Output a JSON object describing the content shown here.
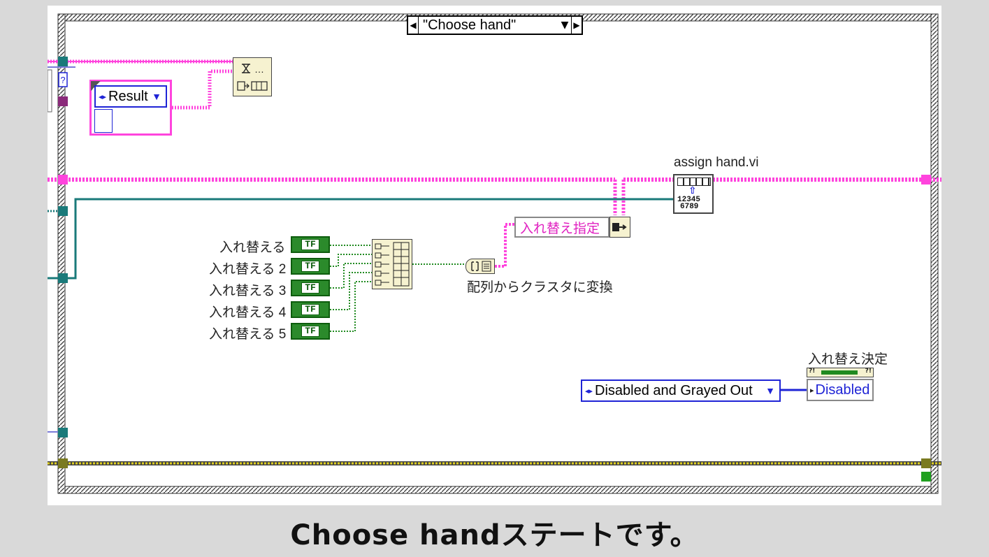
{
  "case_selector": {
    "value": "\"Choose hand\""
  },
  "result_control": {
    "value": "Result"
  },
  "assign_vi": {
    "label": "assign hand.vi",
    "icon_digits_top": "12345",
    "icon_digits_bottom": "6789"
  },
  "swap_controls": {
    "labels": [
      "入れ替える",
      "入れ替える 2",
      "入れ替える 3",
      "入れ替える 4",
      "入れ替える 5"
    ],
    "terminal_text": "TF"
  },
  "bundle_node": {
    "label": "入れ替え指定"
  },
  "array_to_cluster": {
    "label": "配列からクラスタに変換"
  },
  "enum_constant": {
    "value": "Disabled and Grayed Out"
  },
  "property_node": {
    "label": "入れ替え決定",
    "value": "Disabled"
  },
  "caption": "Choose handステートです。",
  "colors": {
    "pink_wire": "#ff44dd",
    "teal_wire": "#1a7a7a",
    "yellow_wire": "#e0d020",
    "green_wire": "#208a20",
    "enum_blue": "#1f24d6"
  },
  "icons": {
    "timing": "hourglass-icon",
    "build_array": "build-array-icon",
    "array_cluster": "array-to-cluster-icon",
    "unbundle": "unbundle-icon",
    "assign_vi": "subvi-icon"
  }
}
